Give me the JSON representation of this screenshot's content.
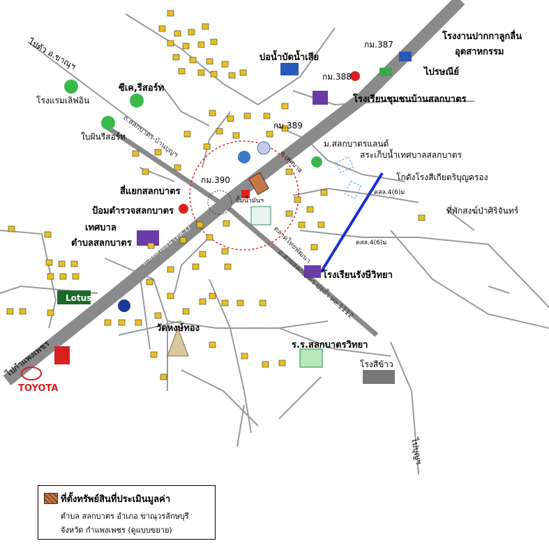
{
  "labels": {
    "kmpp_factory": "โรงงานปากกาลูกลื่น",
    "industry": "อุตสาหกรรม",
    "km387": "กม.387",
    "km388": "กม.388",
    "km389": "กม.389",
    "km390": "กม.390",
    "post_office": "ไปรษณีย์",
    "school_community": "โรงเรียนชุมชนบ้านสลกบาตร",
    "fish_pond": "บ่อน้ำบัดน้ำเสีย",
    "to_khanu": "ไปตัว อ.ขาณุฯ",
    "lifeon_hotel": "โรงแรมเลิฟอิน",
    "ck_resort": "ซีเค,รีสอร์ท",
    "baifern_resort": "ใบฝ้นรีสอร์ท",
    "village_sl": "ม.สลกบาตรแลนด์",
    "water_reservoir": "สระเก็บน้ำเทศบาลสลกบาตร",
    "rice_mill": "โกดังโรงสีเกียตริบุญครอง",
    "monk_residence": "ที่พักสงฆ์ป่าศิริจันทร์",
    "junction": "สี่แยกสลกบาตร",
    "police": "ป้อมตำรวจสลกบาตร",
    "municipality_1": "เทศบาล",
    "municipality_2": "ตำบลสลกบาตร",
    "road_phahol": "ถ.พหลโยธิน (ทล.1)",
    "road_slb_1": "ถ.สลกบาตร-บ้านบุญฯ",
    "road_slb_2": "ถ.สายสลกบาตร-บ่อถ้ำ ทล.1112",
    "market": "ตลาดไทยพัฒนา",
    "road_local1": "ถ.เทศบาล",
    "road_local2": "คสล.4(6)ม",
    "road_local3": "คสล.4(6)ม",
    "rangsit_school": "โรงเรียนรังษีวิทยา",
    "lotus": "Lotus",
    "wat": "วัดหงษ์ทอง",
    "sorsor_school": "ร.ร.สลกบาตรวิทยา",
    "mill": "โรงสีข้าว",
    "toyota": "TOYOTA",
    "to_boon": "ไปบุญฯ",
    "to_kamphaeng": "ไปกำแพงเพชร",
    "pay_label": "ปั้มน้ำมันฯ"
  },
  "legend": {
    "title": "ที่ตั้งทรัพย์สินที่ประเมินมูลค่า",
    "line1": "ตำบล สลกบาตร  อำเภอ ขาณุวรลักษบุรี",
    "line2": "จังหวัด กำแพงเพชร  (ดูแบบขยาย)",
    "swatch_color": "#c87848"
  },
  "colors": {
    "highway": "#8a8a8a",
    "road": "#9a9a9a",
    "blue_road": "#1a2fd4",
    "circle": "#e02020",
    "house": "#e8c020"
  }
}
